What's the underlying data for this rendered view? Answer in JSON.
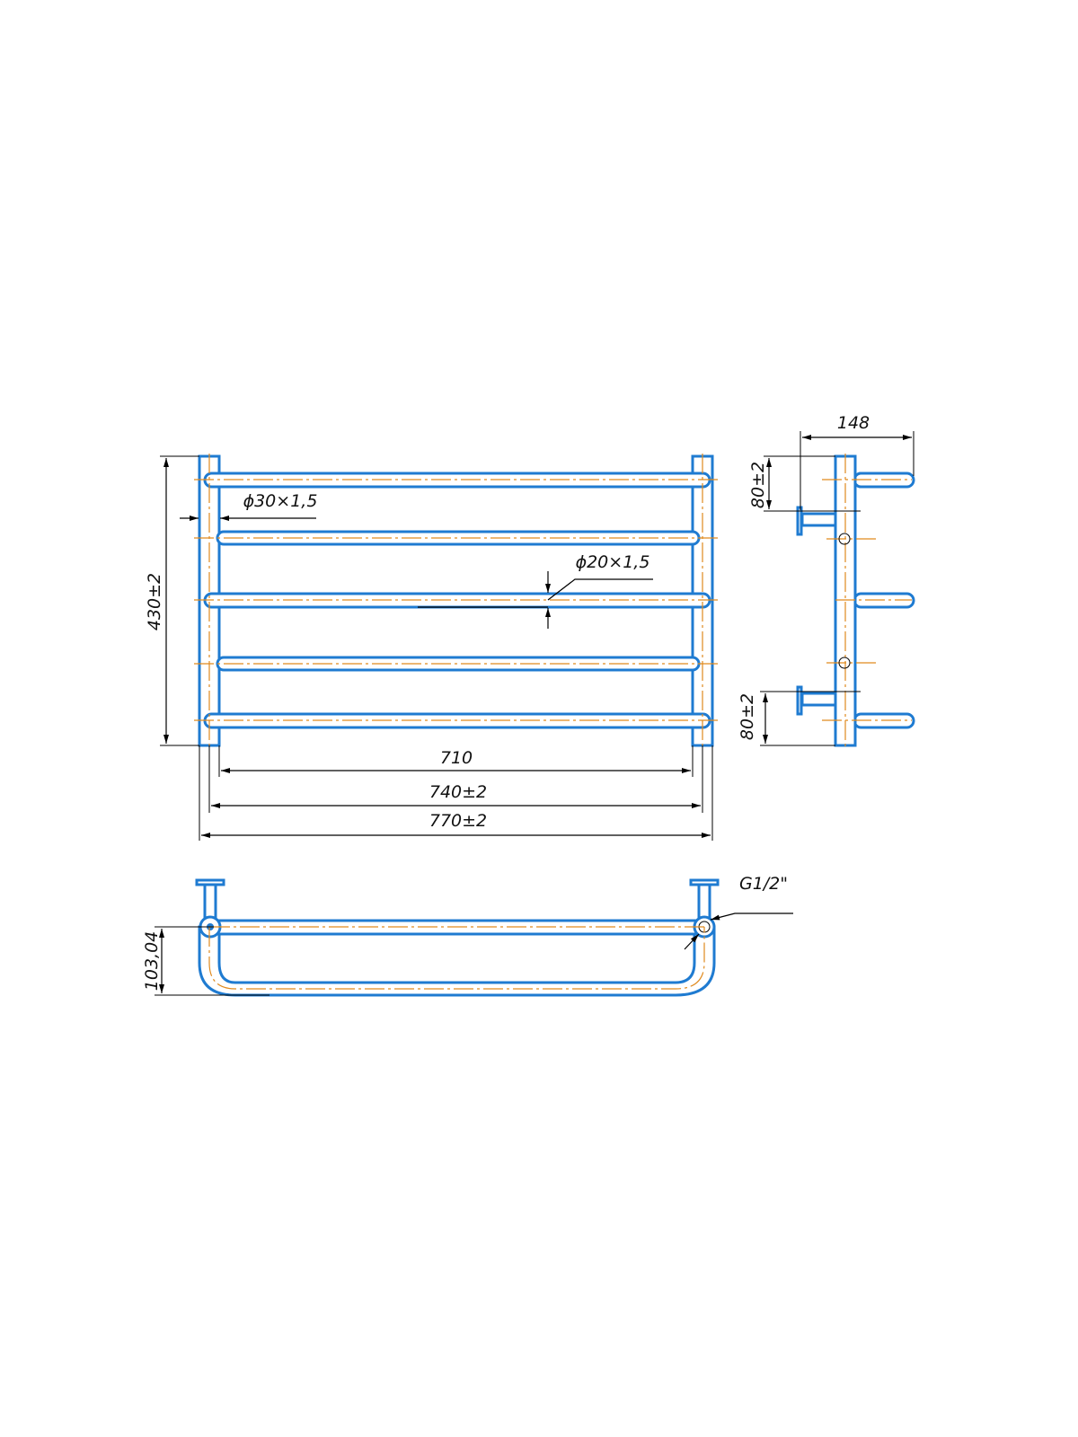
{
  "drawing": {
    "front_view": {
      "height_dim": "430±2",
      "inner_width_dim": "710",
      "center_width_dim": "740±2",
      "overall_width_dim": "770±2",
      "post_pipe_dim": "ϕ30×1,5",
      "rail_pipe_dim": "ϕ20×1,5",
      "rail_count": 5
    },
    "side_view": {
      "depth_dim": "148",
      "top_mount_dim": "80±2",
      "bottom_mount_dim": "80±2"
    },
    "bottom_view": {
      "offset_dim": "103,04",
      "thread_dim": "G1/2\""
    },
    "colors": {
      "outline": "#1f7bd1",
      "centerline": "#e08a1e",
      "dimension": "#000000"
    }
  }
}
